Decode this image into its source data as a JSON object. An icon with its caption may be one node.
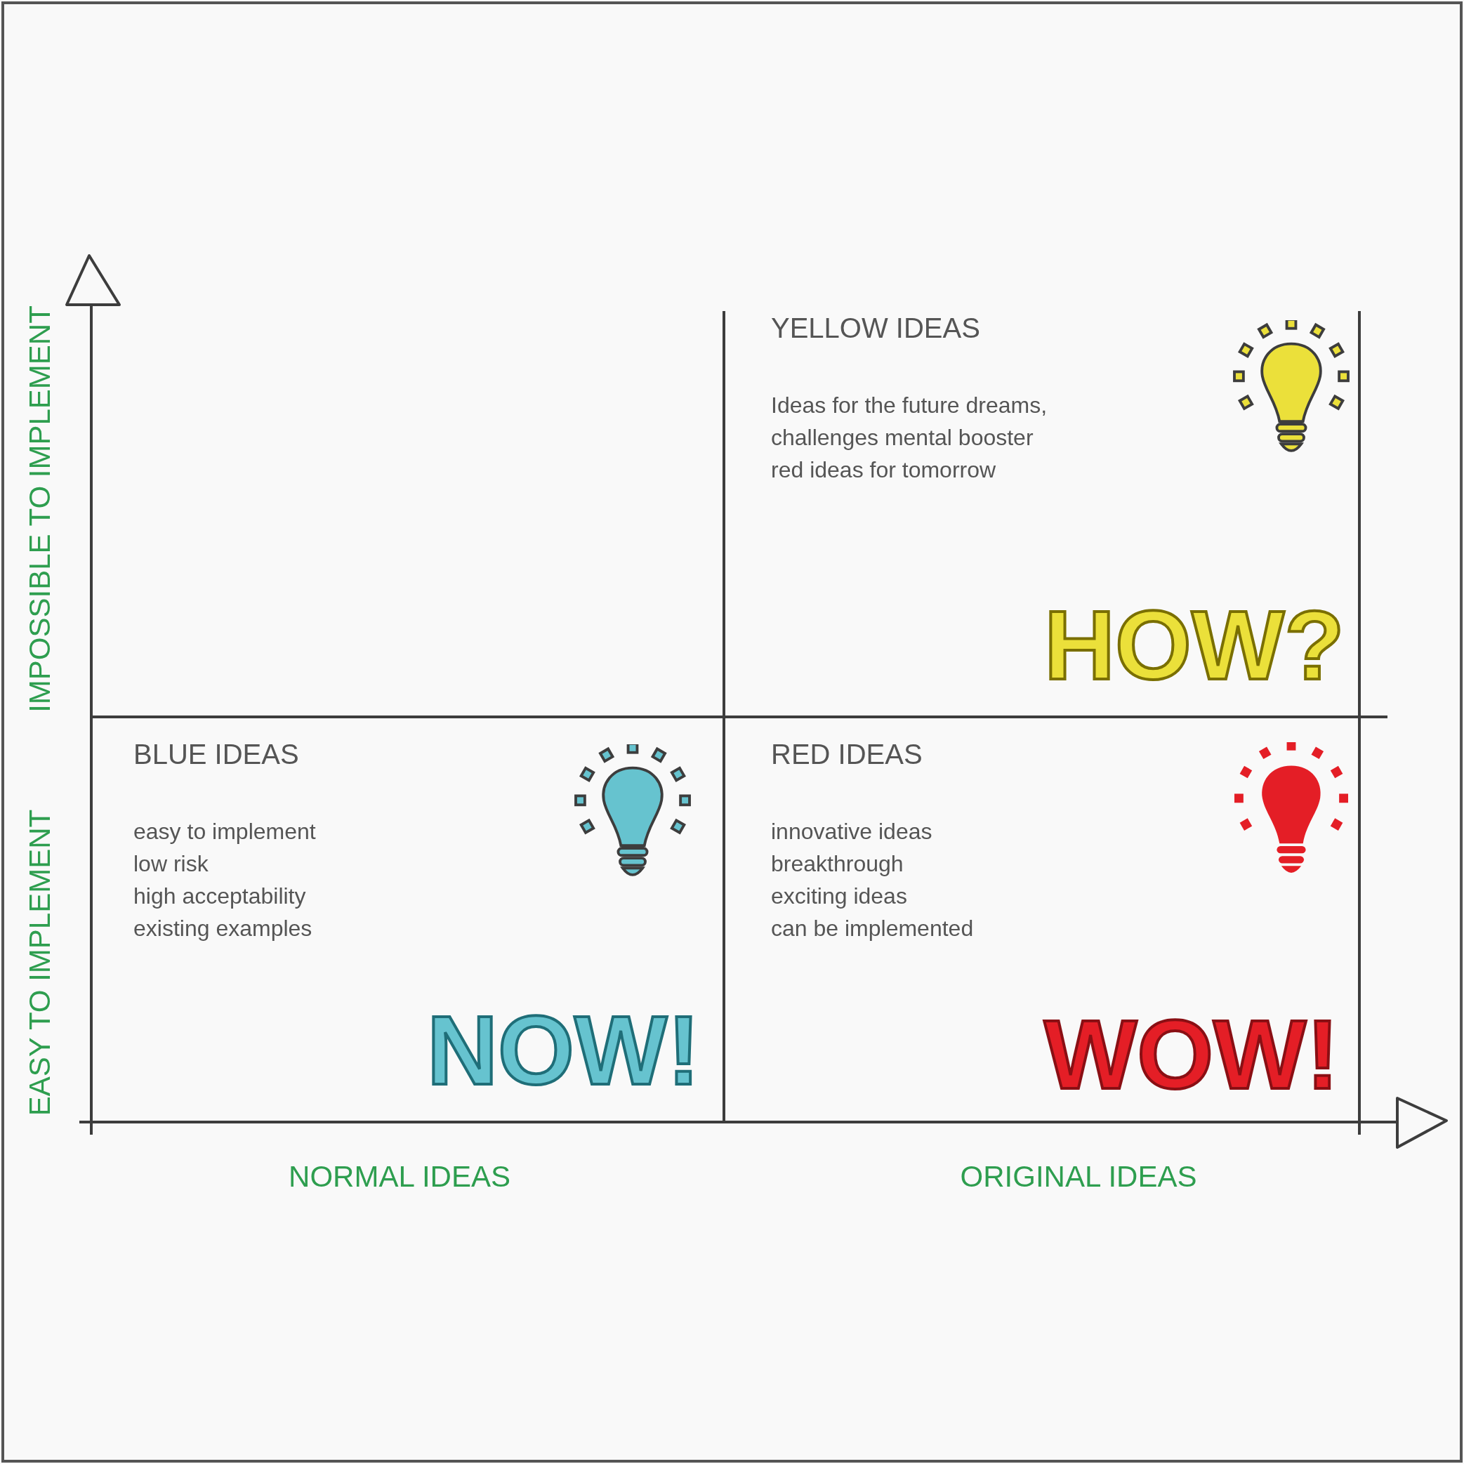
{
  "diagram": {
    "nodes": [
      {
        "text": [
          "YELLOW IDEAS",
          "Ideas for the future dreams,",
          "challenges mental booster",
          "red ideas for tomorrow",
          "HOW?"
        ]
      },
      {
        "text": [
          "BLUE IDEAS",
          "easy to implement",
          "low risk",
          "high acceptability",
          "existing examples",
          "NOW!"
        ]
      },
      {
        "text": [
          "RED IDEAS",
          "innovative ideas",
          "breakthrough",
          "exciting ideas",
          "can be implemented",
          "WOW!"
        ]
      }
    ],
    "labels": [
      "IMPOSSIBLE TO IMPLEMENT",
      "EASY TO IMPLEMENT",
      "NORMAL IDEAS",
      "ORIGINAL IDEAS"
    ]
  }
}
